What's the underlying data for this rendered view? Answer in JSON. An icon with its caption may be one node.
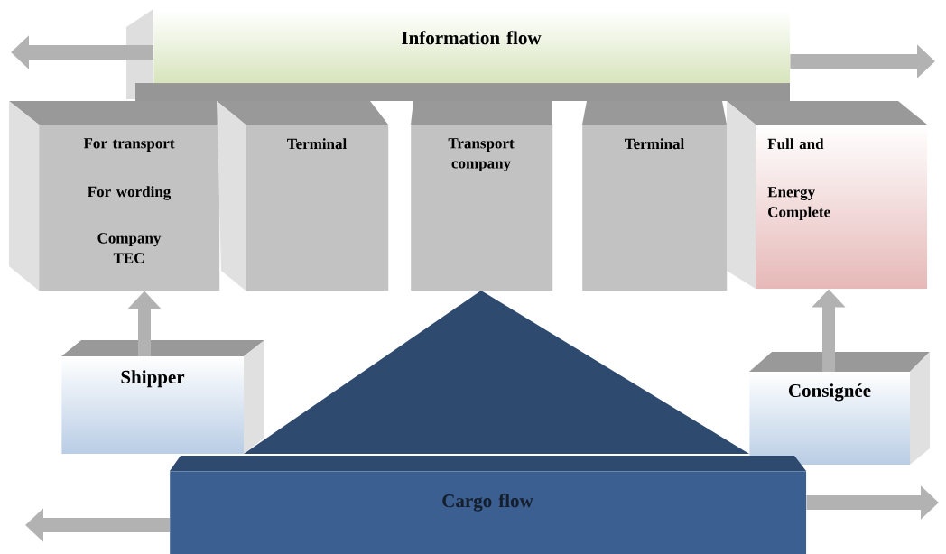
{
  "diagram": {
    "nodes": [
      {
        "text": [
          "Information flow"
        ]
      },
      {
        "text": [
          "For transport",
          "For wording",
          "Company TEC"
        ]
      },
      {
        "text": [
          "Terminal"
        ]
      },
      {
        "text": [
          "Transport company"
        ]
      },
      {
        "text": [
          "Terminal"
        ]
      },
      {
        "text": [
          "Full and",
          "Energy Complete"
        ]
      },
      {
        "text": [
          "Shipper"
        ]
      },
      {
        "text": [
          "Consignée"
        ]
      },
      {
        "text": [
          "Cargo flow"
        ]
      }
    ],
    "edges": [
      {
        "from": 0,
        "to": null,
        "arrow": "to"
      },
      {
        "from": 0,
        "to": null,
        "arrow": "to"
      },
      {
        "from": 6,
        "to": 1,
        "arrow": "to"
      },
      {
        "from": 7,
        "to": 5,
        "arrow": "to"
      },
      {
        "from": 8,
        "to": null,
        "arrow": "to"
      },
      {
        "from": 8,
        "to": null,
        "arrow": "to"
      }
    ]
  }
}
